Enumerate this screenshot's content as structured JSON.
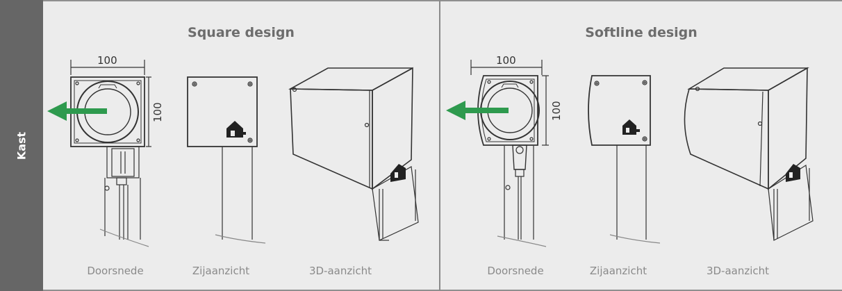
{
  "sidebar": {
    "label": "Kast"
  },
  "panels": [
    {
      "title": "Square design",
      "dimensions": {
        "width": "100",
        "height": "100"
      },
      "captions": [
        "Doorsnede",
        "Zijaanzicht",
        "3D-aanzicht"
      ]
    },
    {
      "title": "Softline design",
      "dimensions": {
        "width": "100",
        "height": "100"
      },
      "captions": [
        "Doorsnede",
        "Zijaanzicht",
        "3D-aanzicht"
      ]
    }
  ],
  "colors": {
    "sidebar": "#666666",
    "arrow": "#2e9a4e",
    "line": "#333333",
    "background": "#ececec"
  },
  "icons": [
    "house-logo-icon",
    "green-arrow-icon"
  ]
}
